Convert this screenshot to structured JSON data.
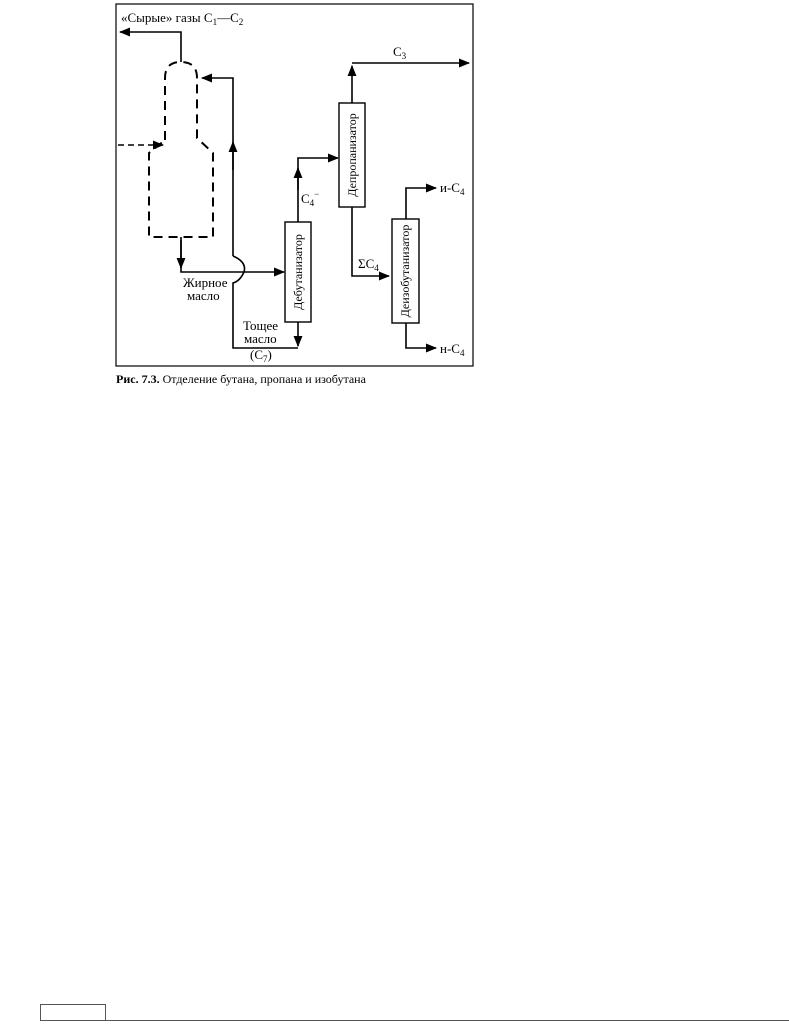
{
  "diagram": {
    "raw_gas": "«Сырые» газы С",
    "raw_gas_sub1": "1",
    "raw_gas_dash": "—С",
    "raw_gas_sub2": "2",
    "fat_oil_1": "Жирное",
    "fat_oil_2": "масло",
    "lean_oil_1": "Тощее",
    "lean_oil_2": "масло",
    "lean_oil_3": "(С",
    "lean_oil_3_sub": "7",
    "lean_oil_3_end": ")",
    "c4minus": "С",
    "c4minus_sub": "4",
    "c4minus_sup": "−",
    "c3": "С",
    "c3_sub": "3",
    "sum_c4": "ΣС",
    "sum_c4_sub": "4",
    "iso_c4": "и-С",
    "iso_c4_sub": "4",
    "n_c4": "н-С",
    "n_c4_sub": "4",
    "debutanizer": "Дебутанизатор",
    "depropanizer": "Депропанизатор",
    "deisobutanizer": "Деизобутанизатор"
  },
  "caption": {
    "label": "Рис. 7.3.",
    "text": " Отделение бутана, пропана и изобутана"
  }
}
